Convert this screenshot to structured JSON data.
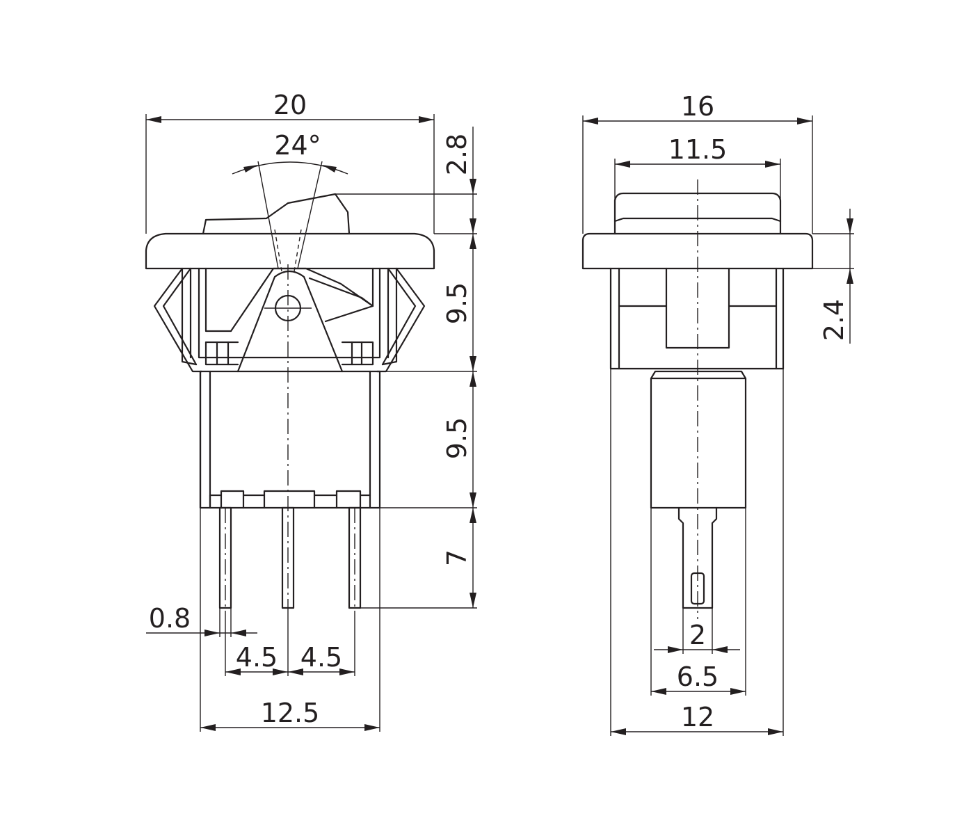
{
  "front_view": {
    "overall_width": "20",
    "rocker_angle": "24°",
    "rocker_height": "2.8",
    "frame_height": "9.5",
    "body_height": "9.5",
    "pin_length": "7",
    "pin_thickness": "0.8",
    "pin_pitch_left": "4.5",
    "pin_pitch_right": "4.5",
    "body_width": "12.5"
  },
  "side_view": {
    "overall_width": "16",
    "rocker_width": "11.5",
    "flange_thickness": "2.4",
    "terminal_width": "2",
    "terminal_body_width": "6.5",
    "body_width": "12"
  }
}
